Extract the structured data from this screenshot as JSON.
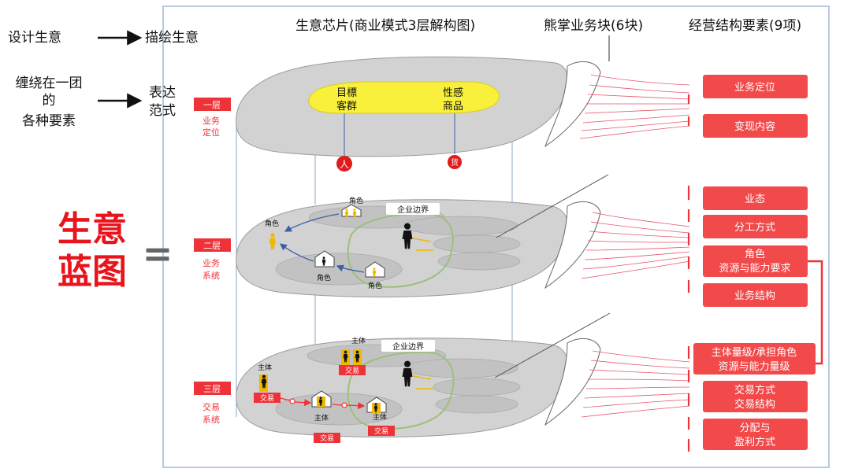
{
  "left": {
    "design_label": "设计生意",
    "depict_label": "描绘生意",
    "elements_lines": [
      "缠绕在一团",
      "的",
      "各种要素"
    ],
    "express_lines": [
      "表达",
      "范式"
    ],
    "big_title_lines": [
      "生意",
      "蓝图"
    ],
    "equals_sign": "="
  },
  "headers": {
    "chip": "生意芯片(商业模式3层解构图)",
    "blocks": "熊掌业务块(6块)",
    "elements": "经营结构要素(9项)"
  },
  "layers": [
    {
      "badge": "一层",
      "caption": [
        "业务",
        "定位"
      ]
    },
    {
      "badge": "二层",
      "caption": [
        "业务",
        "系统"
      ]
    },
    {
      "badge": "三层",
      "caption": [
        "交易",
        "系统"
      ]
    }
  ],
  "layer1": {
    "target_customer": [
      "目標",
      "客群"
    ],
    "sexy_product": [
      "性感",
      "商品"
    ],
    "person_marker": "人",
    "goods_marker": "货"
  },
  "layer2": {
    "boundary_label": "企业边界",
    "role_labels": [
      "角色",
      "角色",
      "角色",
      "角色"
    ]
  },
  "layer3": {
    "boundary_label": "企业边界",
    "subject_labels": [
      "主体",
      "主体",
      "主体",
      "主体"
    ],
    "trade_tags": [
      "交易",
      "交易",
      "交易",
      "交易"
    ]
  },
  "elements": [
    {
      "lines": [
        "业务定位"
      ]
    },
    {
      "lines": [
        "变现内容"
      ]
    },
    {
      "lines": [
        "业态"
      ]
    },
    {
      "lines": [
        "分工方式"
      ]
    },
    {
      "lines": [
        "角色",
        "资源与能力要求"
      ]
    },
    {
      "lines": [
        "业务结构"
      ]
    },
    {
      "lines": [
        "主体量级/承担角色",
        "资源与能力量级"
      ]
    },
    {
      "lines": [
        "交易方式",
        "交易结构"
      ]
    },
    {
      "lines": [
        "分配与",
        "盈利方式"
      ]
    }
  ],
  "colors": {
    "accent_red": "#ee3338",
    "title_red": "#e8141c",
    "box_red": "#f2494a",
    "layer_gray": "#d2d2d2",
    "inner_gray": "#c2c2c2",
    "highlight_yellow": "#f8f03a",
    "frame_blue": "#9fb8d6",
    "figure_black": "#111111",
    "figure_gold": "#f0b800"
  }
}
